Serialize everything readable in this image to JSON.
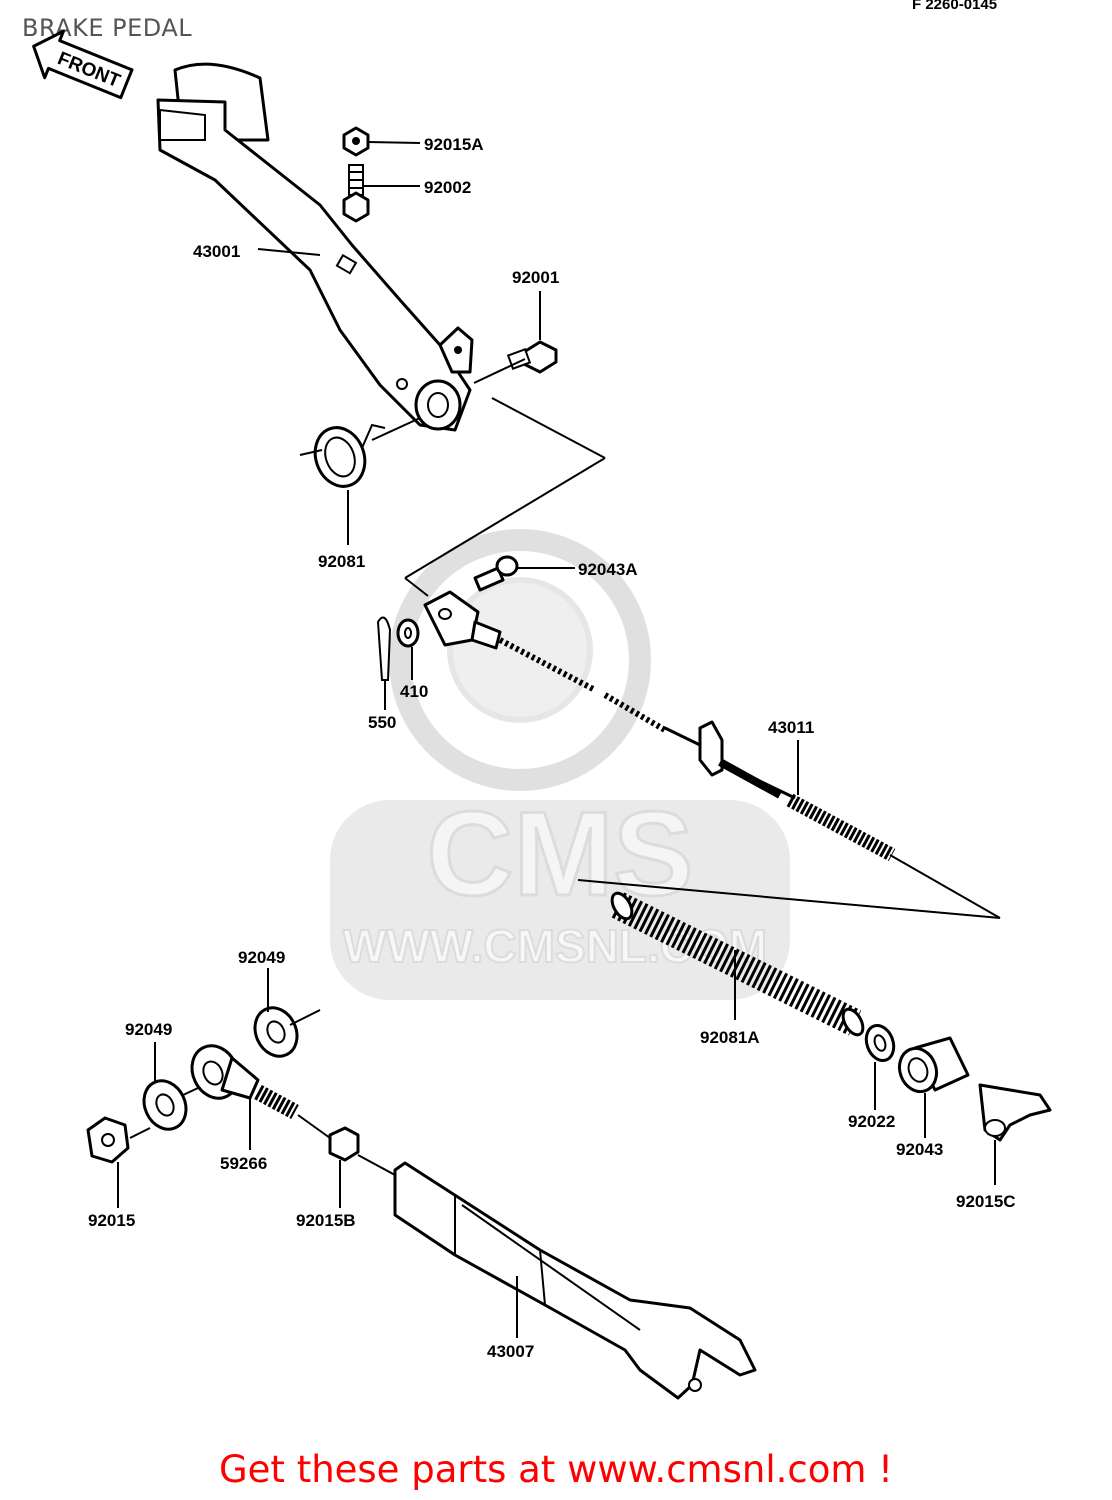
{
  "title": "BRAKE PEDAL",
  "doc_code": "F 2260-0145",
  "front_arrow": "FRONT",
  "watermark": {
    "brand": "CMS",
    "url": "WWW.CMSNL.COM"
  },
  "footer": "Get these parts at www.cmsnl.com !",
  "parts": {
    "p92015A": "92015A",
    "p92002": "92002",
    "p43001": "43001",
    "p92001": "92001",
    "p92081": "92081",
    "p92043A": "92043A",
    "p410": "410",
    "p550": "550",
    "p43011": "43011",
    "p92081A": "92081A",
    "p92022": "92022",
    "p92043": "92043",
    "p92015C": "92015C",
    "p92049_top": "92049",
    "p92049_left": "92049",
    "p59266": "59266",
    "p92015": "92015",
    "p92015B": "92015B",
    "p43007": "43007"
  },
  "colors": {
    "line": "#000000",
    "footer": "#ff0000",
    "title": "#555555",
    "watermark": "#d9d9d9"
  }
}
